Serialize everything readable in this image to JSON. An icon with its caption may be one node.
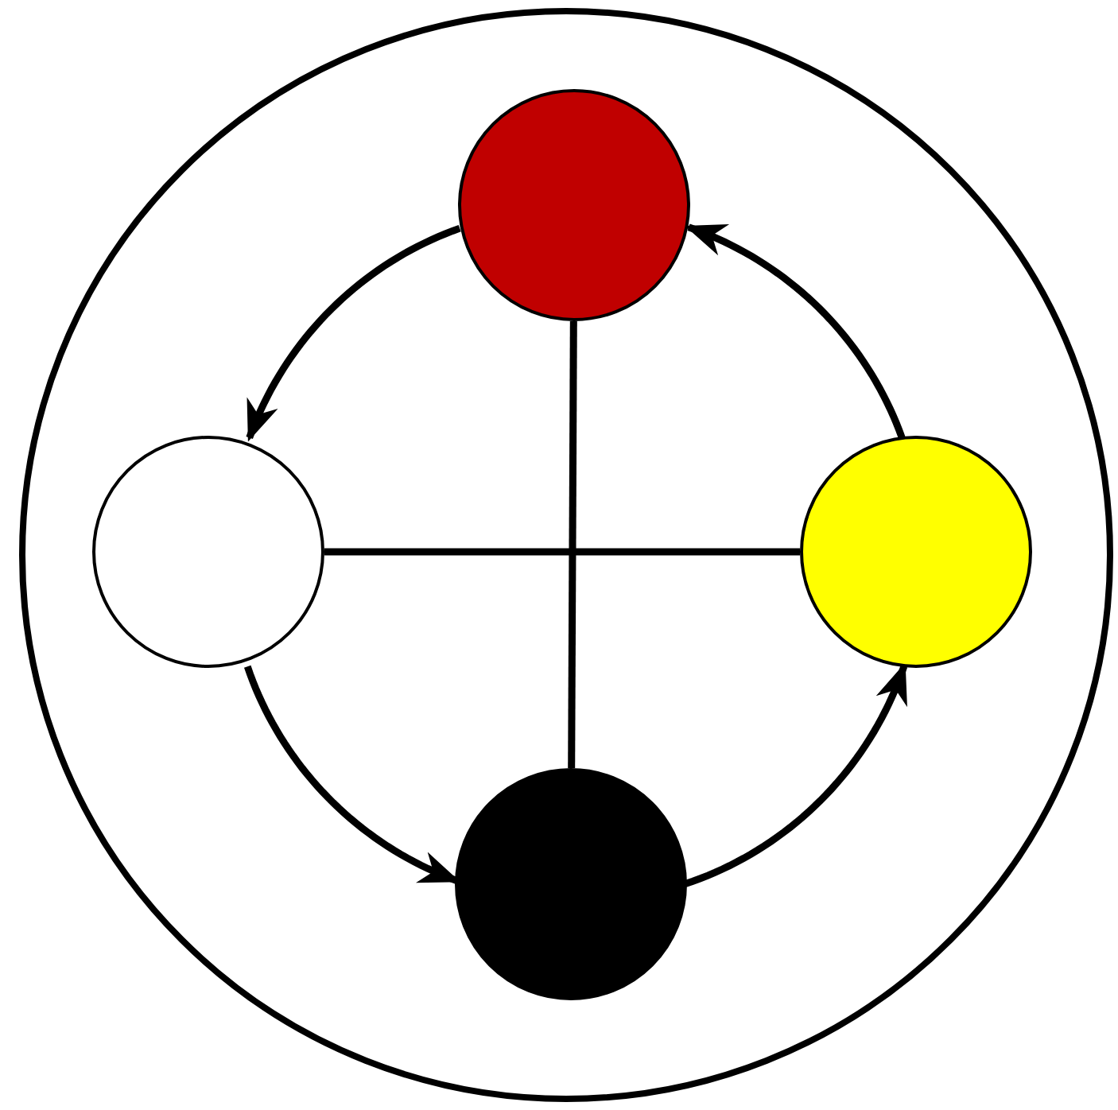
{
  "diagram": {
    "nodes": [
      {
        "text": [],
        "shape": "circle"
      },
      {
        "text": [],
        "shape": "circle",
        "in": 0
      },
      {
        "text": [],
        "shape": "circle",
        "in": 0
      },
      {
        "text": [],
        "shape": "circle",
        "in": 0
      },
      {
        "text": [],
        "shape": "circle",
        "in": 0
      }
    ],
    "edges": [
      {
        "from": 1,
        "to": 2,
        "arrow": "to"
      },
      {
        "from": 2,
        "to": 4,
        "arrow": "to"
      },
      {
        "from": 4,
        "to": 3,
        "arrow": "to"
      },
      {
        "from": 3,
        "to": 1,
        "arrow": "to"
      },
      {
        "from": 1,
        "to": 4,
        "arrow": "none"
      },
      {
        "from": 2,
        "to": 3,
        "arrow": "none"
      }
    ]
  }
}
